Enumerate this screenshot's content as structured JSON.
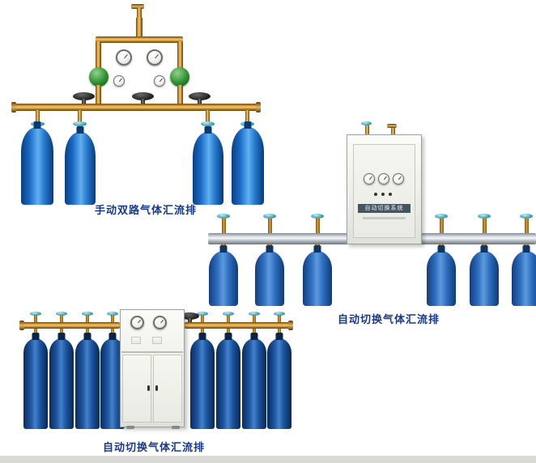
{
  "page": {
    "background_color": "#ffffff",
    "caption_color": "#16388e",
    "bottom_strip_color": "#d9dad6"
  },
  "products": [
    {
      "name": "manual-dual-gas-manifold",
      "caption": "手动双路气体汇流排",
      "cylinder_count": 4,
      "colors": {
        "cylinder": "#1868c2",
        "pipe": "#c98e2e",
        "regulator": "#2f8f2f"
      }
    },
    {
      "name": "auto-switch-gas-manifold-wall",
      "caption": "自动切换气体汇流排",
      "cabinet_label": "自动切换系统",
      "cylinder_count": 6,
      "colors": {
        "cylinder": "#2f6fc0",
        "pipe": "#aeb6bd",
        "cabinet": "#eceee8"
      }
    },
    {
      "name": "auto-switch-gas-manifold-floor",
      "caption": "自动切换气体汇流排",
      "cylinder_count": 8,
      "colors": {
        "cylinder": "#1c55a0",
        "pipe": "#c98e2e",
        "cabinet": "#eceee8"
      }
    }
  ]
}
